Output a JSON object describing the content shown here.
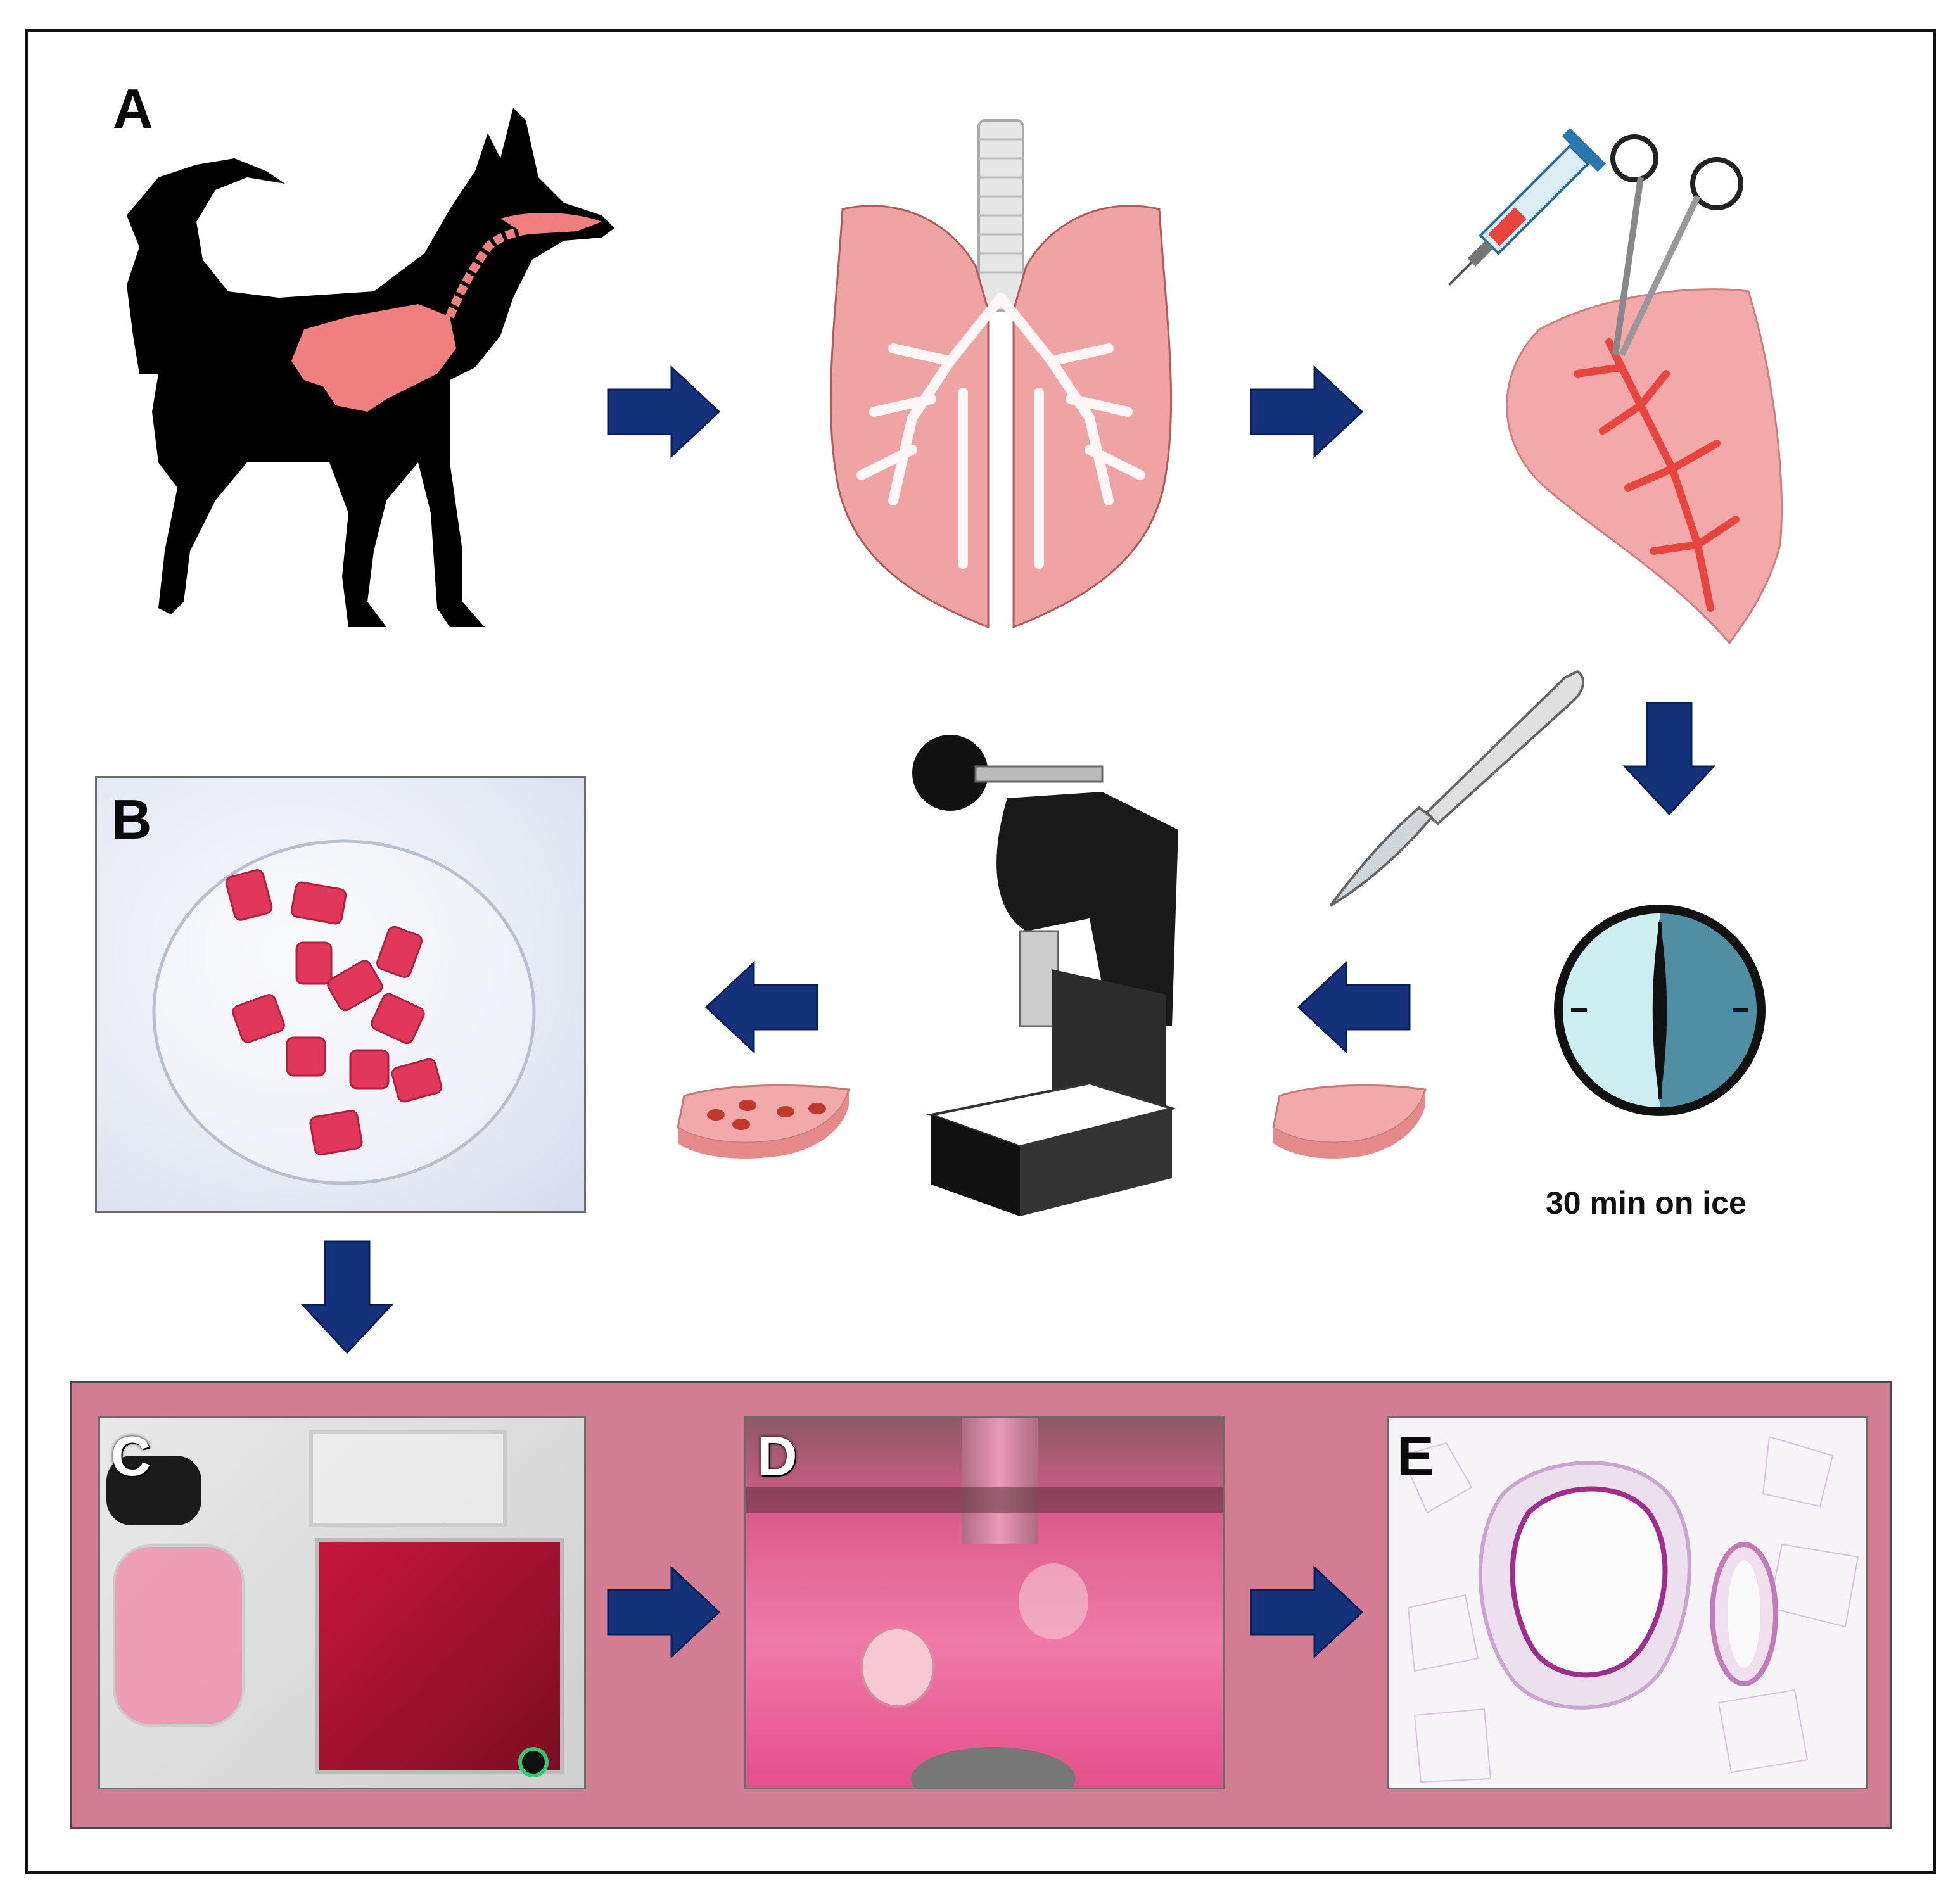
{
  "figure": {
    "panels": [
      {
        "id": "A",
        "label": "A"
      },
      {
        "id": "B",
        "label": "B"
      },
      {
        "id": "C",
        "label": "C"
      },
      {
        "id": "D",
        "label": "D"
      },
      {
        "id": "E",
        "label": "E"
      }
    ],
    "clock_caption": "30 min on ice",
    "colors": {
      "arrow": "#14327a",
      "lung": "#f0a3a3",
      "airway": "#e8453f",
      "band": "#d37d95",
      "silhouette": "#000000",
      "clock_light": "#cdeef0",
      "clock_dark": "#4f8ea3"
    },
    "icons": [
      "dog-silhouette-icon",
      "lungs-icon",
      "syringe-icon",
      "forceps-icon",
      "lung-lobe-icon",
      "scalpel-icon",
      "clock-icon",
      "tissue-slice-icon",
      "tissue-corer-icon",
      "punched-slice-icon"
    ]
  }
}
